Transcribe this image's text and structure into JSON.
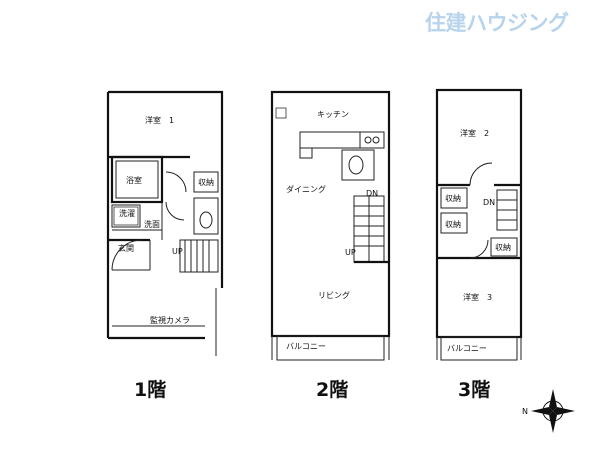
{
  "brand": {
    "logo_text": "住建ハウジング",
    "color": "#b8d3ec"
  },
  "floors": [
    {
      "label": "1階",
      "rooms": {
        "bedroom": "洋室　1",
        "bath": "浴室",
        "storage": "収納",
        "laundry": "洗濯",
        "washroom": "洗面",
        "entrance": "玄関",
        "stairs": "UP",
        "camera": "監視カメラ"
      }
    },
    {
      "label": "2階",
      "rooms": {
        "kitchen": "キッチン",
        "dining": "ダイニング",
        "living": "リビング",
        "stairs_down": "DN",
        "stairs_up": "UP",
        "balcony": "バルコニー"
      }
    },
    {
      "label": "3階",
      "rooms": {
        "bedroom2": "洋室　2",
        "bedroom3": "洋室　3",
        "storage_a": "収納",
        "storage_b": "収納",
        "storage_c": "収納",
        "stairs_down": "DN",
        "balcony": "バルコニー"
      }
    }
  ],
  "compass": {
    "north_label": "N"
  }
}
